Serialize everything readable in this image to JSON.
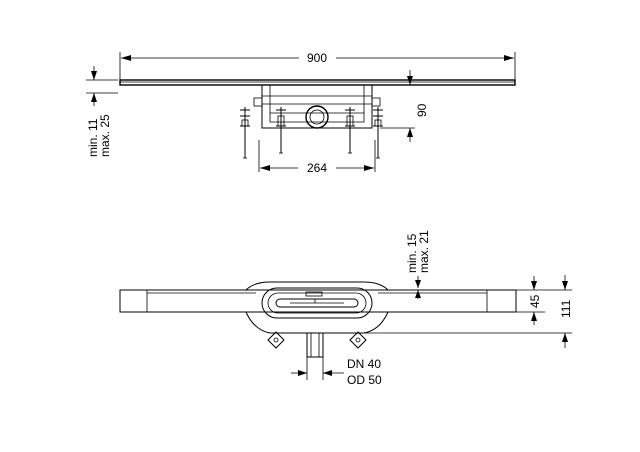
{
  "drawing": {
    "top_view": {
      "width_label": "900",
      "depth_label": "264",
      "height_label": "90",
      "adjust_min_label": "min. 11",
      "adjust_max_label": "max. 25"
    },
    "side_view": {
      "cover_min_label": "min. 15",
      "cover_max_label": "max. 21",
      "channel_height_label": "45",
      "total_height_label": "111",
      "outlet_dn_label": "DN 40",
      "outlet_od_label": "OD 50"
    }
  }
}
